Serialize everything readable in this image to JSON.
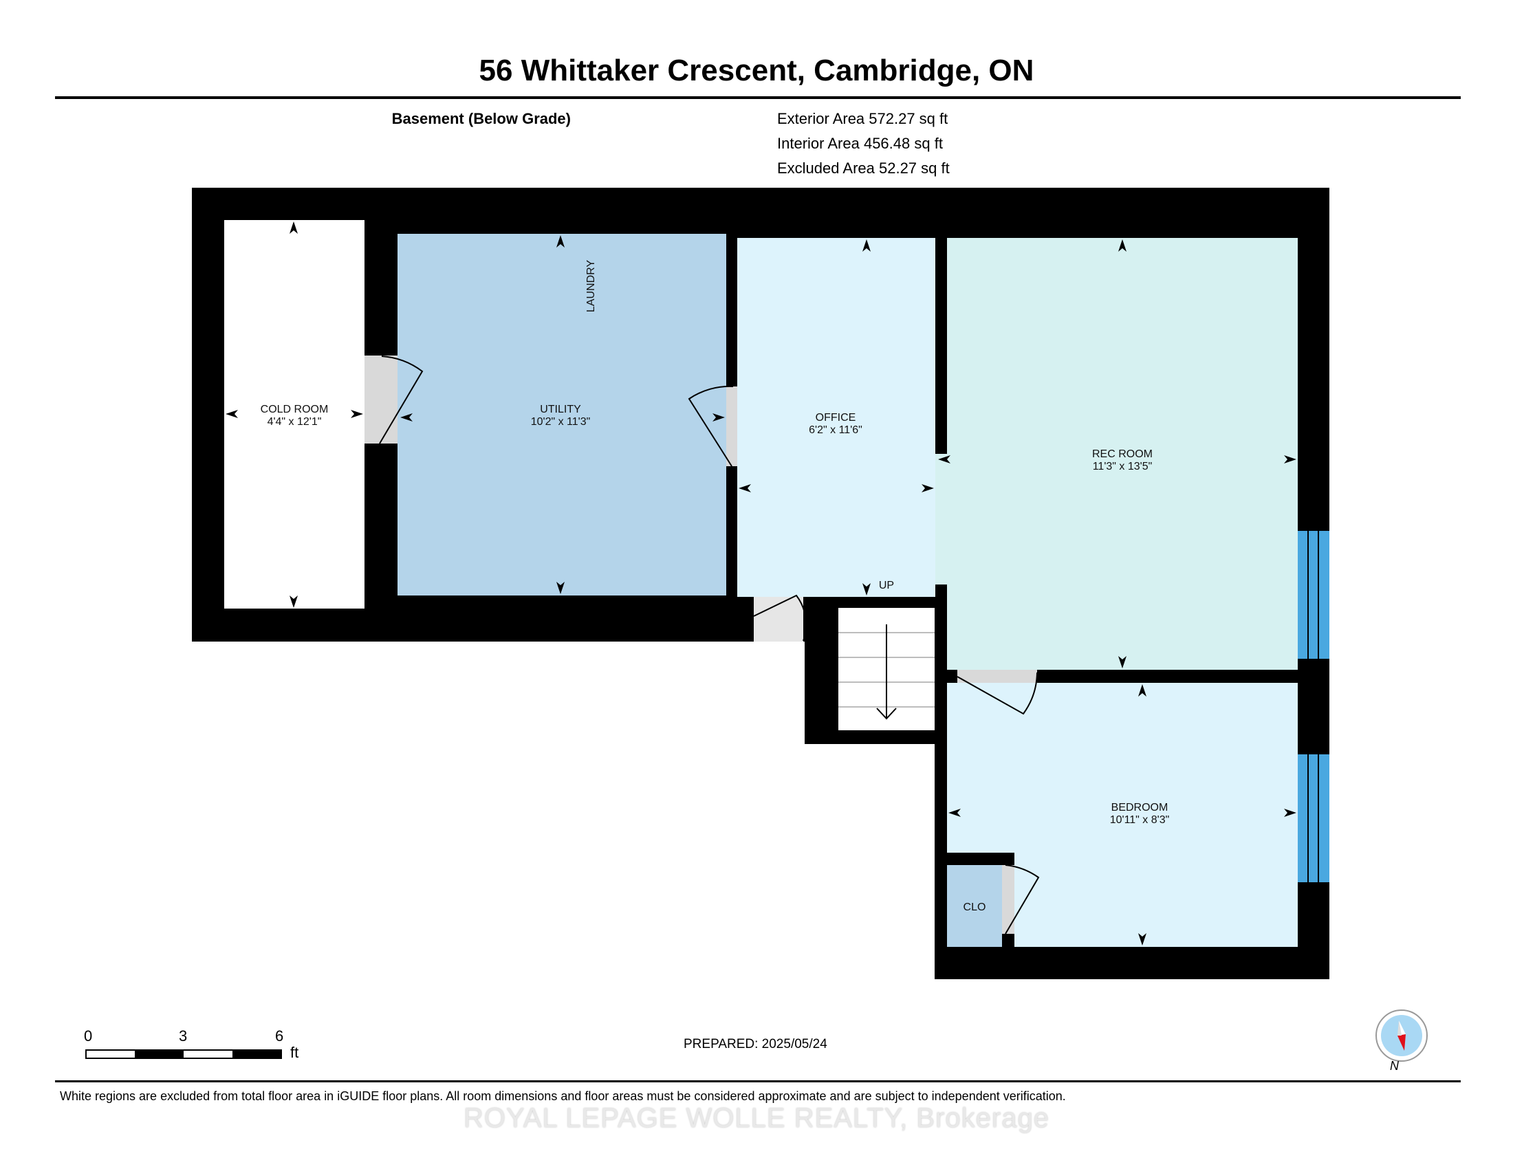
{
  "header": {
    "title": "56 Whittaker Crescent, Cambridge, ON"
  },
  "floor": {
    "name": "Basement (Below Grade)",
    "exterior_area": "Exterior Area 572.27 sq ft",
    "interior_area": "Interior Area 456.48 sq ft",
    "excluded_area": "Excluded Area 52.27 sq ft"
  },
  "rooms": {
    "cold_room": {
      "name": "COLD ROOM",
      "dims": "4'4\" x 12'1\"",
      "fill": "#ffffff"
    },
    "utility": {
      "name": "UTILITY",
      "dims": "10'2\" x 11'3\"",
      "fill": "#b4d4ea"
    },
    "laundry": {
      "name": "LAUNDRY"
    },
    "office": {
      "name": "OFFICE",
      "dims": "6'2\" x 11'6\"",
      "fill": "#ddf3fc"
    },
    "rec_room": {
      "name": "REC ROOM",
      "dims": "11'3\" x 13'5\"",
      "fill": "#d6f1f1"
    },
    "bedroom": {
      "name": "BEDROOM",
      "dims": "10'11\" x 8'3\"",
      "fill": "#ddf3fc"
    },
    "closet": {
      "name": "CLO",
      "fill": "#b4d4ea"
    },
    "stairs": {
      "label": "UP"
    }
  },
  "colors": {
    "wall": "#000000",
    "window": "#4aa8e0",
    "door_swing": "#d9d9d9"
  },
  "scale_bar": {
    "ticks": [
      "0",
      "3",
      "6"
    ],
    "unit": "ft"
  },
  "footer": {
    "prepared": "PREPARED: 2025/05/24",
    "disclaimer": "White regions are excluded from total floor area in iGUIDE floor plans. All room dimensions and floor areas must be considered approximate and are subject to independent verification.",
    "brokerage": "ROYAL LEPAGE WOLLE REALTY, Brokerage"
  },
  "compass": {
    "label": "N"
  }
}
